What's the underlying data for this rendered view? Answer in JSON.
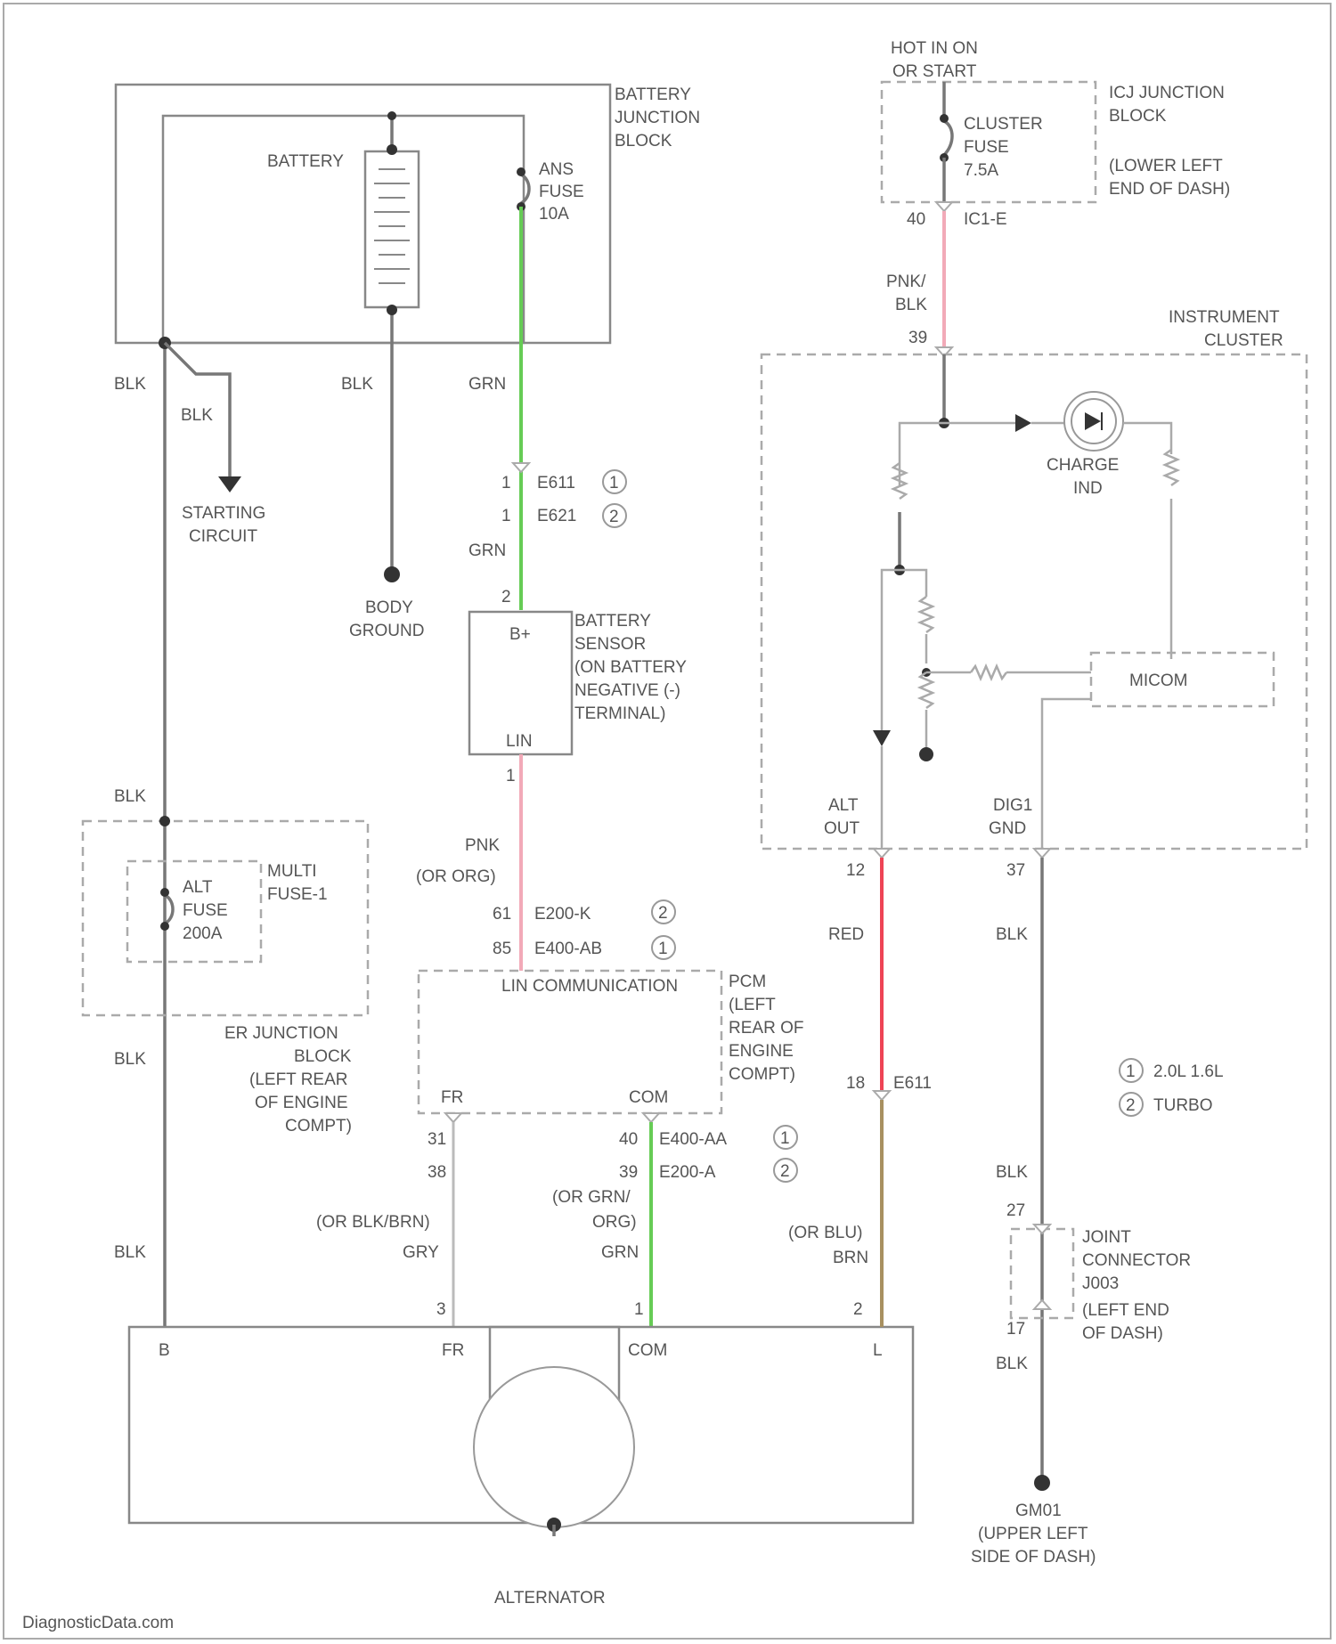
{
  "colors": {
    "grn": "#66cc55",
    "pnk": "#f2aab8",
    "red": "#ee4455",
    "brn": "#a89060",
    "blk": "#777777",
    "gry": "#bbbbbb"
  },
  "battery_junction_block": {
    "battery": "BATTERY",
    "block_l1": "BATTERY",
    "block_l2": "JUNCTION",
    "block_l3": "BLOCK",
    "fuse_l1": "ANS",
    "fuse_l2": "FUSE",
    "fuse_l3": "10A"
  },
  "wires": {
    "blk": "BLK",
    "grn": "GRN",
    "pnk": "PNK",
    "or_org": "(OR ORG)",
    "red": "RED",
    "gry": "GRY",
    "or_blk_brn": "(OR BLK/BRN)",
    "or_grn_org": "(OR GRN/",
    "org_close": "ORG)",
    "or_blu": "(OR BLU)",
    "brn": "BRN",
    "pnk_blk_1": "PNK/",
    "pnk_blk_2": "BLK"
  },
  "starting_circuit": {
    "l1": "STARTING",
    "l2": "CIRCUIT"
  },
  "body_ground": {
    "l1": "BODY",
    "l2": "GROUND"
  },
  "connectors": {
    "e611": "E611",
    "e621": "E621",
    "pin_1a": "1",
    "pin_1b": "1",
    "sensor_pin_top": "2",
    "sensor_pin_bot": "1",
    "e200_k": "E200-K",
    "e400_ab": "E400-AB",
    "pin_61": "61",
    "pin_85": "85",
    "e400_aa": "E400-AA",
    "e200_a": "E200-A",
    "pin_31": "31",
    "pin_38": "38",
    "pin_40": "40",
    "pin_39": "39",
    "e611b": "E611",
    "pin_12": "12",
    "pin_18": "18",
    "alt_pin3": "3",
    "alt_pin1": "1",
    "alt_pin2": "2",
    "ic1e": "IC1-E",
    "pin_40b": "40",
    "pin_39b": "39",
    "pin_37": "37",
    "pin_27": "27",
    "pin_17": "17"
  },
  "battery_sensor": {
    "b_plus": "B+",
    "lin": "LIN",
    "l1": "BATTERY",
    "l2": "SENSOR",
    "l3": "(ON BATTERY",
    "l4": "NEGATIVE (-)",
    "l5": "TERMINAL)"
  },
  "er_junction": {
    "l1": "ER JUNCTION",
    "l2": "BLOCK",
    "l3": "(LEFT REAR",
    "l4": "OF ENGINE",
    "l5": "COMPT)",
    "multi_l1": "MULTI",
    "multi_l2": "FUSE-1",
    "fuse_l1": "ALT",
    "fuse_l2": "FUSE",
    "fuse_l3": "200A"
  },
  "pcm": {
    "lin_comm": "LIN COMMUNICATION",
    "l1": "PCM",
    "l2": "(LEFT",
    "l3": "REAR OF",
    "l4": "ENGINE",
    "l5": "COMPT)",
    "fr": "FR",
    "com": "COM"
  },
  "alternator": {
    "label": "ALTERNATOR",
    "b": "B",
    "fr": "FR",
    "com": "COM",
    "l": "L"
  },
  "ic_junction": {
    "hot_l1": "HOT IN ON",
    "hot_l2": "OR START",
    "fuse_l1": "CLUSTER",
    "fuse_l2": "FUSE",
    "fuse_l3": "7.5A",
    "l1": "ICJ JUNCTION",
    "l2": "BLOCK",
    "l3": "(LOWER LEFT",
    "l4": "END OF DASH)"
  },
  "instrument_cluster": {
    "l1": "INSTRUMENT",
    "l2": "CLUSTER",
    "charge_l1": "CHARGE",
    "charge_l2": "IND",
    "micom": "MICOM",
    "alt_out_l1": "ALT",
    "alt_out_l2": "OUT",
    "dig_l1": "DIG1",
    "dig_l2": "GND"
  },
  "joint_connector": {
    "l1": "JOINT",
    "l2": "CONNECTOR",
    "l3": "J003",
    "l4": "(LEFT END",
    "l5": "OF DASH)"
  },
  "ground": {
    "l1": "GM01",
    "l2": "(UPPER LEFT",
    "l3": "SIDE OF DASH)"
  },
  "legend": {
    "n1": "1",
    "n2": "2",
    "t1": "2.0L 1.6L",
    "t2": "TURBO"
  },
  "footer": {
    "watermark": "DiagnosticData.com"
  }
}
